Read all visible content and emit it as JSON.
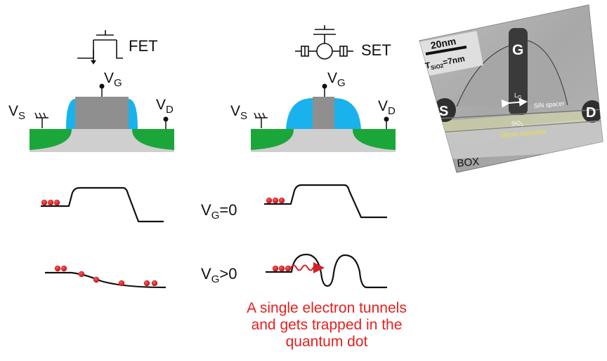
{
  "fet": {
    "title": "FET",
    "gate_label": "V",
    "gate_sub": "G",
    "source_label": "V",
    "source_sub": "S",
    "drain_label": "V",
    "drain_sub": "D"
  },
  "set": {
    "title": "SET",
    "gate_label": "V",
    "gate_sub": "G",
    "source_label": "V",
    "source_sub": "S",
    "drain_label": "V",
    "drain_sub": "D"
  },
  "conditions": {
    "zero_prefix": "V",
    "zero_sub": "G",
    "zero_suffix": "=0",
    "pos_prefix": "V",
    "pos_sub": "G",
    "pos_suffix": ">0"
  },
  "tem": {
    "scale_bar": "20nm",
    "thickness_prefix": "T",
    "thickness_sub": "SiO2",
    "thickness_suffix": "=7nm",
    "gate": "G",
    "source": "S",
    "drain": "D",
    "length": "L",
    "length_sub": "G",
    "spacer": "SiN spacer",
    "oxide": "SiO",
    "oxide_sub": "2",
    "nanowire": "Silicon nanowire",
    "box": "BOX"
  },
  "caption": {
    "line1": "A single electron tunnels",
    "line2": "and gets trapped in the",
    "line3": "quantum dot"
  },
  "colors": {
    "electron": "#d41f26",
    "caption": "#e5201e",
    "green_doping": "#1ba63a",
    "spacer_blue": "#1ab2ec",
    "gate_gray": "#8f8f8f",
    "substrate_gray": "#cfcfcf"
  }
}
